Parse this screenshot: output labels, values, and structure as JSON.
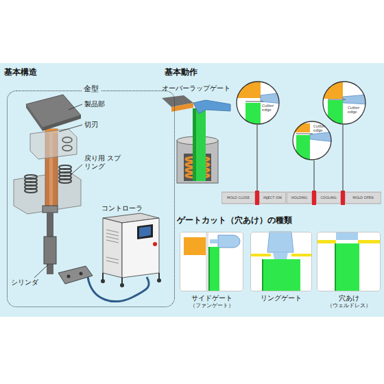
{
  "diagram": {
    "nodes": [
      {
        "text": [
          "金型"
        ]
      },
      {
        "text": [
          "Cutter edge"
        ]
      },
      {
        "text": [
          "Cutter edge"
        ]
      },
      {
        "text": [
          "Cutter edge"
        ]
      },
      {
        "text": [
          "MOLD CLOSE"
        ]
      },
      {
        "text": [
          "INJECT ION"
        ]
      },
      {
        "text": [
          "HOLDING"
        ]
      },
      {
        "text": [
          "COOLING"
        ]
      },
      {
        "text": [
          "MOLD OPEN"
        ]
      },
      {
        "text": [
          "サイドゲート",
          "（ファンゲート）"
        ]
      },
      {
        "text": [
          "リングゲート"
        ]
      },
      {
        "text": [
          "穴あけ",
          "（ウェルドレス）"
        ]
      }
    ],
    "edges": [
      {
        "from": 1,
        "to": 5,
        "arrow": "none"
      },
      {
        "from": 2,
        "to": 7,
        "arrow": "none"
      },
      {
        "from": 3,
        "to": 8,
        "arrow": "none"
      }
    ],
    "labels": [
      "基本構造",
      "製品部",
      "切刃",
      "戻り用 スプリング",
      "シリンダ",
      "コントローラ",
      "基本動作",
      "オーバーラップゲート",
      "ゲートカット（穴あけ）の種類"
    ]
  }
}
